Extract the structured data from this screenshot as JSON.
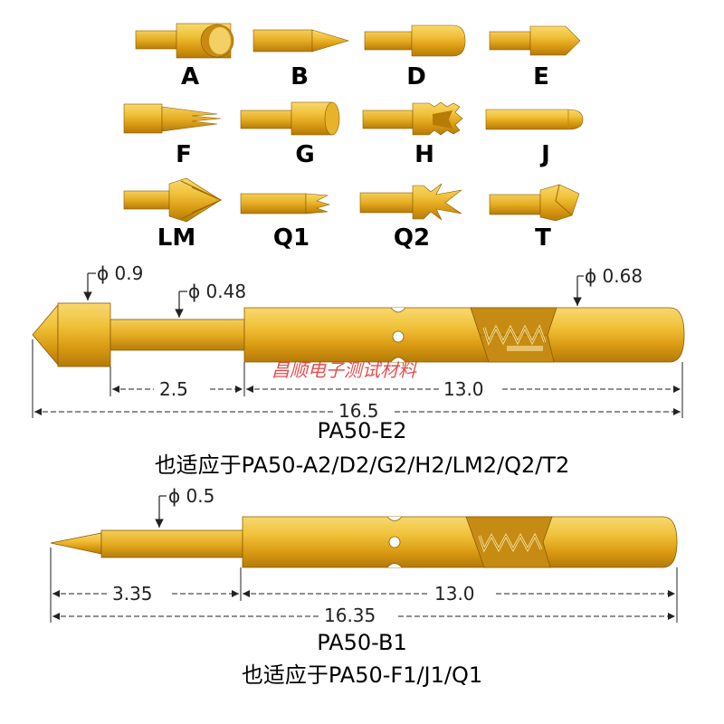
{
  "tip_types": [
    {
      "label": "A",
      "shape": "cup"
    },
    {
      "label": "B",
      "shape": "needle"
    },
    {
      "label": "D",
      "shape": "round"
    },
    {
      "label": "E",
      "shape": "cone"
    },
    {
      "label": "F",
      "shape": "multi-point"
    },
    {
      "label": "G",
      "shape": "flat"
    },
    {
      "label": "H",
      "shape": "crown"
    },
    {
      "label": "J",
      "shape": "bullet"
    },
    {
      "label": "LM",
      "shape": "spear"
    },
    {
      "label": "Q1",
      "shape": "small-crown"
    },
    {
      "label": "Q2",
      "shape": "crown-large"
    },
    {
      "label": "T",
      "shape": "chisel"
    }
  ],
  "probe1": {
    "diam_tip": "ϕ 0.9",
    "diam_plunger": "ϕ 0.48",
    "diam_barrel": "ϕ 0.68",
    "dim_plunger": "2.5",
    "dim_barrel": "13.0",
    "dim_total": "16.5",
    "model": "PA50-E2",
    "compat": "也适应于PA50-A2/D2/G2/H2/LM2/Q2/T2"
  },
  "probe2": {
    "diam_plunger": "ϕ 0.5",
    "dim_plunger": "3.35",
    "dim_barrel": "13.0",
    "dim_total": "16.35",
    "model": "PA50-B1",
    "compat": "也适应于PA50-F1/J1/Q1"
  },
  "watermark": "昌顺电子测试材料",
  "colors": {
    "gold": "#e0a91e",
    "gold_light": "#f6d35a",
    "gold_dark": "#a8700a",
    "outline": "#7a5200"
  }
}
